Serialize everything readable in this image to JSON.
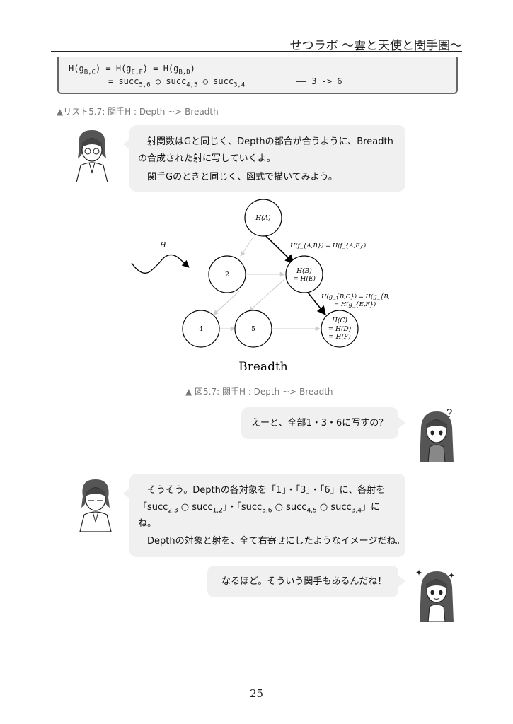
{
  "header": {
    "title": "せつラボ 〜雲と天使と関手圏〜"
  },
  "code": {
    "l1": {
      "a": "H(g",
      "a_sub": "B,C",
      "b": ") = H(g",
      "b_sub": "E,F",
      "c": ") = H(g",
      "c_sub": "B,D",
      "d": ")"
    },
    "l2": {
      "eq": "= ",
      "s1": "succ",
      "s1_sub": "5,6",
      "o1": " ○ ",
      "s2": "succ",
      "s2_sub": "4,5",
      "o2": " ○ ",
      "s3": "succ",
      "s3_sub": "3,4",
      "comment": "—— 3 -> 6"
    }
  },
  "listing_caption": "▲リスト5.7: 関手H : Depth ~> Breadth",
  "bubble1": {
    "line1": "射関数はGと同じく、Depthの都合が合うように、Breadthの合成された射に写していくよ。",
    "line2": "関手Gのときと同じく、図式で描いてみよう。"
  },
  "diagram": {
    "node_a": "H(A)",
    "node_2": "2",
    "node_b1": "H(B)",
    "node_b2": "= H(E)",
    "node_4": "4",
    "node_5": "5",
    "node_c1": "H(C)",
    "node_c2": "= H(D)",
    "node_c3": "= H(F)",
    "functor_label": "H",
    "edge_ab": "H(f_{A,B}) = H(f_{A,E})",
    "edge_bc1": "H(g_{B,C}) = H(g_{B,D})",
    "edge_bc2": "= H(g_{E,F})",
    "title": "Breadth"
  },
  "figure_caption": "▲ 図5.7: 関手H : Depth ~> Breadth",
  "bubble2": {
    "text": "えーと、全部1・3・6に写すの？"
  },
  "bubble3": {
    "l1": "そうそう。Depthの各対象を「1」・「3」・「6」に、各射を",
    "l2": {
      "p1": "「succ",
      "s1": "2,3",
      "o1": " ○ succ",
      "s2": "1,2",
      "p2": "」・「succ",
      "s3": "5,6",
      "o2": " ○ succ",
      "s4": "4,5",
      "o3": " ○ succ",
      "s5": "3,4",
      "p3": "」に"
    },
    "l3": "ね。",
    "l4": "Depthの対象と射を、全て右寄せにしたようなイメージだね。"
  },
  "bubble4": {
    "text": "なるほど。そういう関手もあるんだね！"
  },
  "page_number": "25"
}
